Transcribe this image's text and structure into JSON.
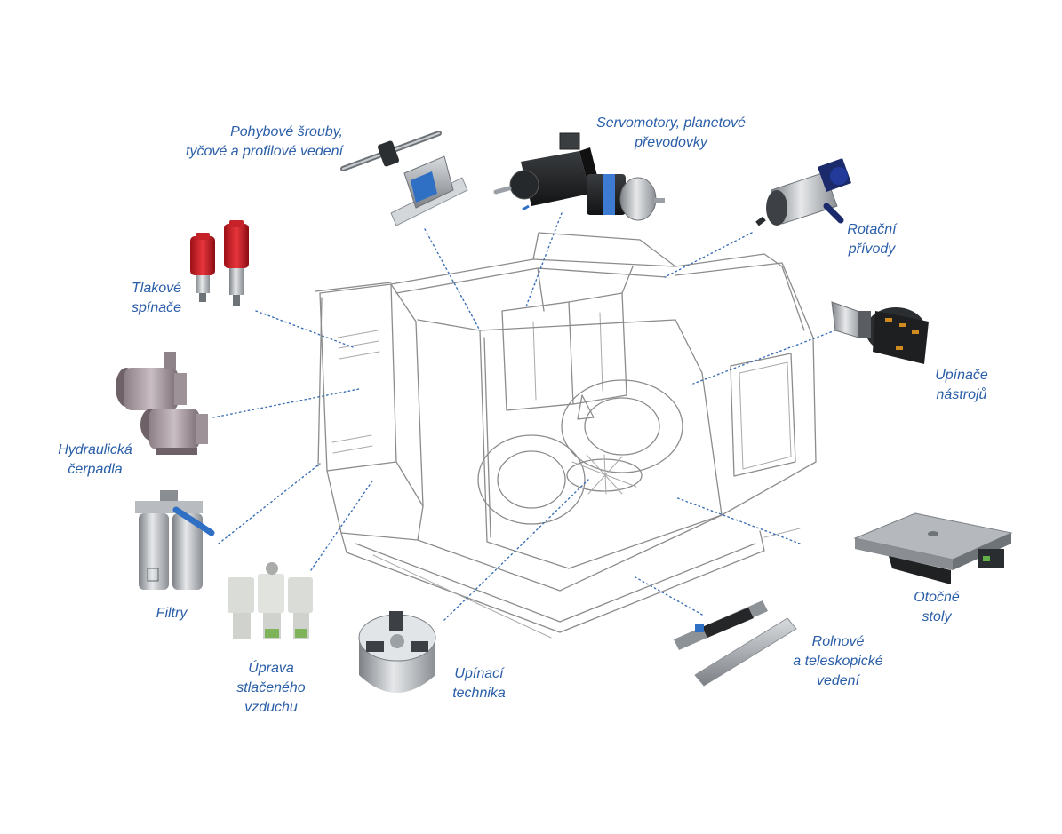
{
  "colors": {
    "label": "#2a5ea8",
    "leader": "#3a6fb5",
    "sketch": "#8c8c8c"
  },
  "labels": {
    "screws": {
      "line1": "Pohybové šrouby,",
      "line2": "tyčové a profilové vedení"
    },
    "servo": {
      "line1": "Servomotory, planetové",
      "line2": "převodovky"
    },
    "rotary_unions": {
      "line1": "Rotační",
      "line2": "přívody"
    },
    "pressure_switches": {
      "line1": "Tlakové",
      "line2": "spínače"
    },
    "tool_holders": {
      "line1": "Upínače",
      "line2": "nástrojů"
    },
    "pumps": {
      "line1": "Hydraulická",
      "line2": "čerpadla"
    },
    "filters": {
      "line1": "Filtry"
    },
    "air_prep": {
      "line1": "Úprava",
      "line2": "stlačeného",
      "line3": "vzduchu"
    },
    "clamping": {
      "line1": "Upínací",
      "line2": "technika"
    },
    "rotary_tables": {
      "line1": "Otočné",
      "line2": "stoly"
    },
    "guides": {
      "line1": "Rolnové",
      "line2": "a teleskopické",
      "line3": "vedení"
    }
  },
  "icons": [
    "ball-screw-linear-guide-icon",
    "servomotor-gearbox-icon",
    "rotary-union-icon",
    "pressure-switch-icon",
    "tool-holder-icon",
    "hydraulic-pump-icon",
    "filter-icon",
    "air-preparation-unit-icon",
    "chuck-icon",
    "rotary-table-icon",
    "telescopic-guide-icon"
  ]
}
